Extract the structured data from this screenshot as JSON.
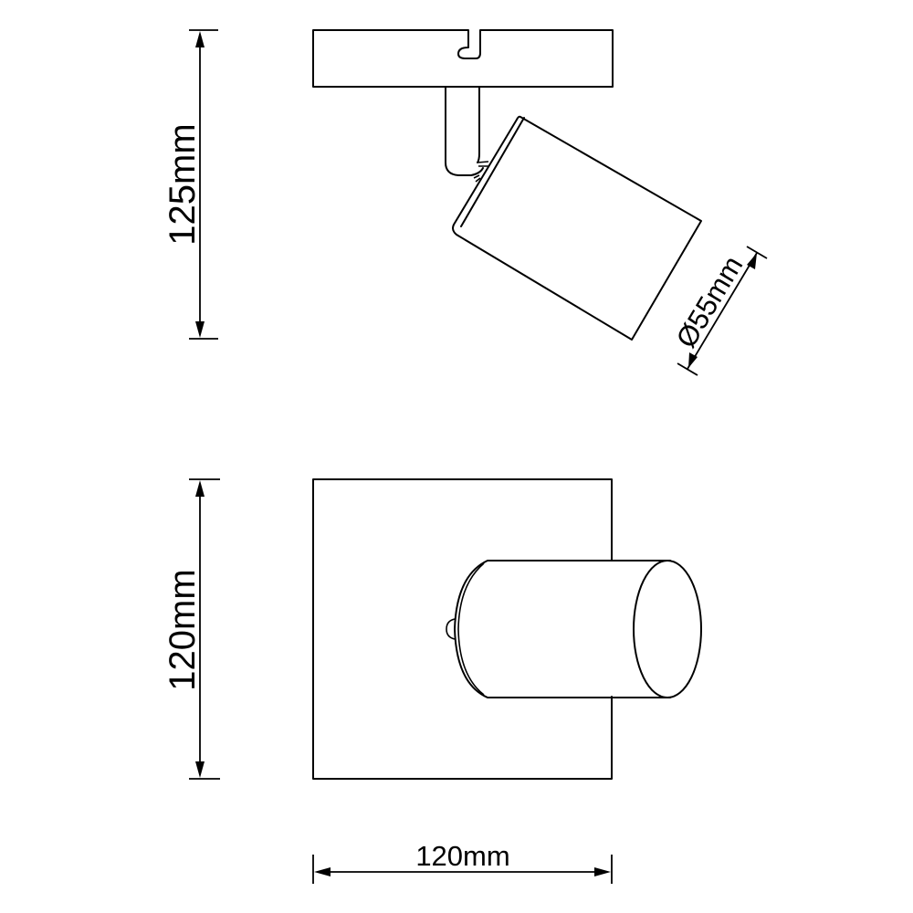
{
  "drawing": {
    "title": "Spotlight dimension drawing",
    "views": [
      "side-view",
      "front-view"
    ],
    "background_color": "#ffffff",
    "line_color": "#000000"
  },
  "dimensions": {
    "height": {
      "label": "125mm",
      "value": 125,
      "unit": "mm",
      "view": "side-view",
      "orientation": "vertical"
    },
    "diameter": {
      "label": "Ø55mm",
      "value": 55,
      "unit": "mm",
      "view": "side-view",
      "orientation": "angled"
    },
    "plate_height": {
      "label": "120mm",
      "value": 120,
      "unit": "mm",
      "view": "front-view",
      "orientation": "vertical"
    },
    "plate_width": {
      "label": "120mm",
      "value": 120,
      "unit": "mm",
      "view": "front-view",
      "orientation": "horizontal"
    }
  }
}
